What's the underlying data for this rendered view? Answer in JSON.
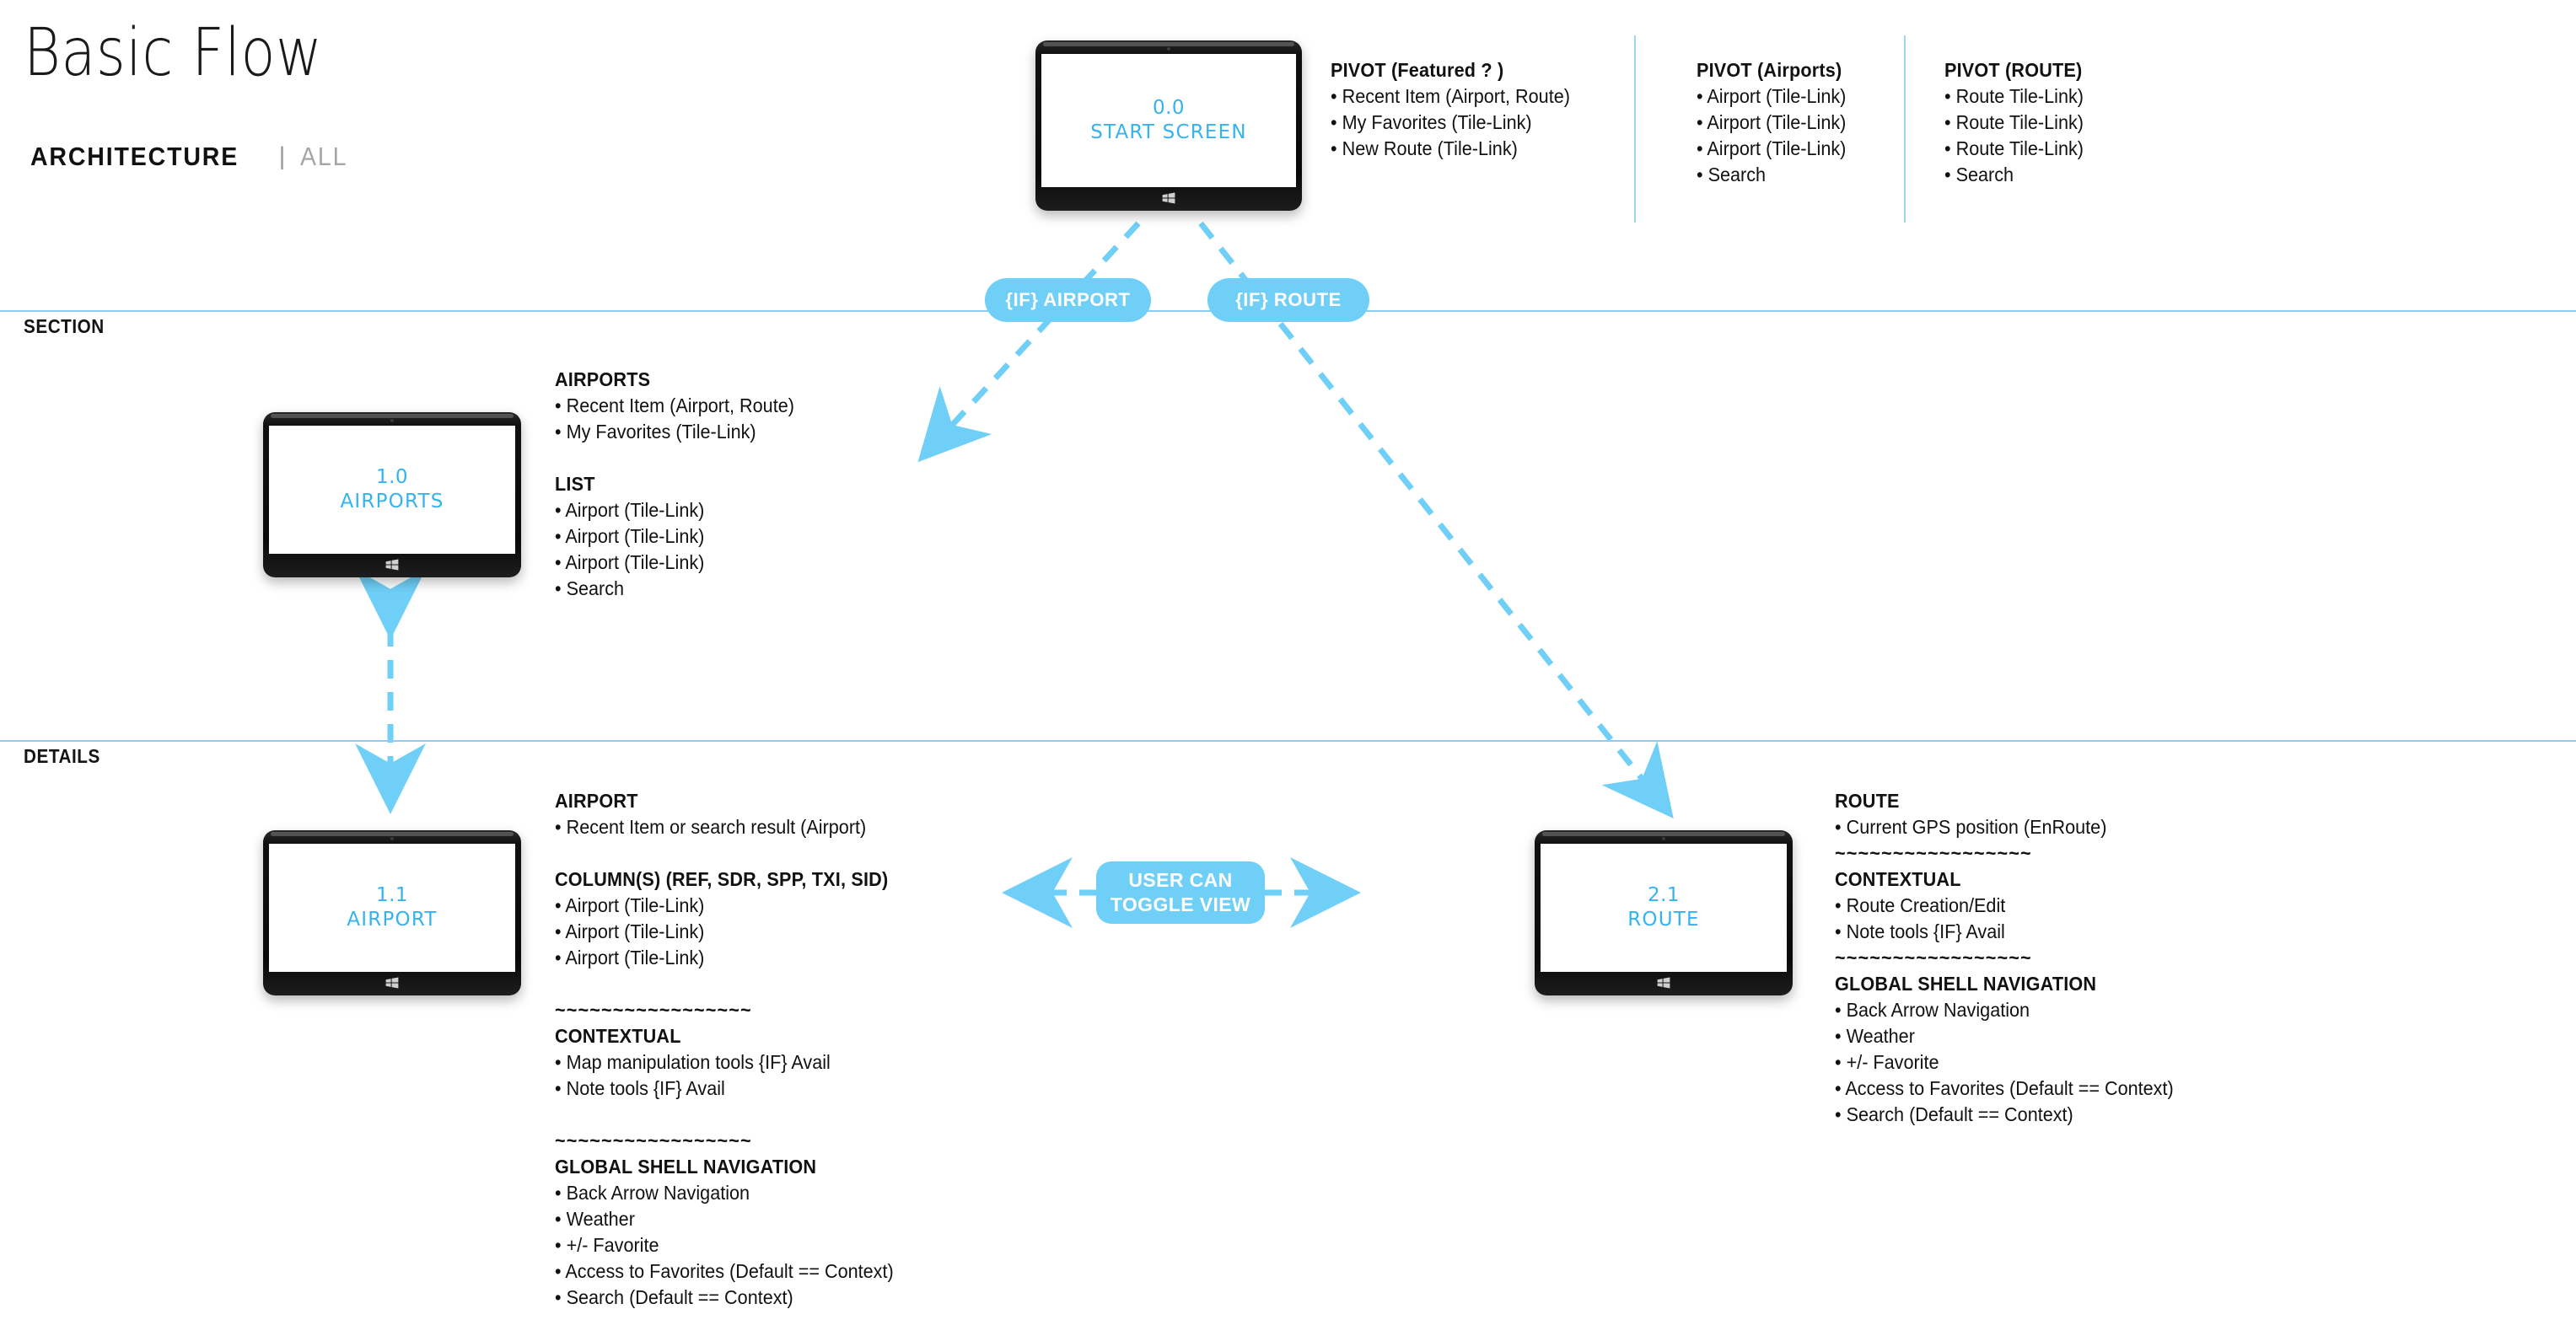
{
  "header": {
    "title": "Basic Flow",
    "subtitle_main": "ARCHITECTURE",
    "subtitle_separator": "|",
    "subtitle_alt": "ALL"
  },
  "bands": [
    {
      "label": "SECTION"
    },
    {
      "label": "DETAILS"
    }
  ],
  "colors": {
    "accent_blue": "#6fcff6",
    "screen_label_blue": "#34b3ef",
    "divider_blue": "#8ecdf2",
    "separator_blue": "#9ed4f4",
    "text_black": "#111111",
    "muted_grey": "#a6a6a6",
    "device_bezel": "#0b0b0b"
  },
  "devices": {
    "start": {
      "number": "0.0",
      "name": "START SCREEN"
    },
    "airports": {
      "number": "1.0",
      "name": "AIRPORTS"
    },
    "airport": {
      "number": "1.1",
      "name": "AIRPORT"
    },
    "route": {
      "number": "2.1",
      "name": "ROUTE"
    }
  },
  "pivots": [
    {
      "heading": "PIVOT (Featured ? )",
      "items": [
        "• Recent Item (Airport, Route)",
        "• My Favorites (Tile-Link)",
        "• New Route (Tile-Link)"
      ]
    },
    {
      "heading": "PIVOT (Airports)",
      "items": [
        "• Airport (Tile-Link)",
        "• Airport (Tile-Link)",
        "• Airport (Tile-Link)",
        "• Search"
      ]
    },
    {
      "heading": "PIVOT (ROUTE)",
      "items": [
        "• Route Tile-Link)",
        "• Route Tile-Link)",
        "• Route Tile-Link)",
        "• Search"
      ]
    }
  ],
  "connectors": {
    "if_airport": "{IF} AIRPORT",
    "if_route": "{IF} ROUTE",
    "toggle_line1": "USER CAN",
    "toggle_line2": "TOGGLE VIEW"
  },
  "airports_block": {
    "heading1": "AIRPORTS",
    "items1": [
      "• Recent Item (Airport, Route)",
      "• My Favorites (Tile-Link)"
    ],
    "heading2": "LIST",
    "items2": [
      "• Airport (Tile-Link)",
      "• Airport (Tile-Link)",
      "• Airport (Tile-Link)",
      "• Search"
    ]
  },
  "airport_block": {
    "heading1": "AIRPORT",
    "items1": [
      "• Recent Item or search result (Airport)"
    ],
    "heading2": "COLUMN(S) (REF, SDR, SPP, TXI, SID)",
    "items2": [
      "• Airport (Tile-Link)",
      "• Airport (Tile-Link)",
      "• Airport (Tile-Link)"
    ],
    "separator1": "~~~~~~~~~~~~~~~~~",
    "heading3": "CONTEXTUAL",
    "items3": [
      "• Map manipulation tools {IF} Avail",
      "• Note tools {IF} Avail"
    ],
    "separator2": "~~~~~~~~~~~~~~~~~",
    "heading4": "GLOBAL SHELL NAVIGATION",
    "items4": [
      "• Back Arrow Navigation",
      "• Weather",
      "• +/- Favorite",
      "• Access to Favorites (Default == Context)",
      "• Search (Default == Context)"
    ]
  },
  "route_block": {
    "heading1": "ROUTE",
    "items1": [
      "• Current GPS position (EnRoute)"
    ],
    "separator1": "~~~~~~~~~~~~~~~~~",
    "heading2": "CONTEXTUAL",
    "items2": [
      "• Route Creation/Edit",
      "• Note tools {IF} Avail"
    ],
    "separator2": "~~~~~~~~~~~~~~~~~",
    "heading3": "GLOBAL SHELL NAVIGATION",
    "items3": [
      "• Back Arrow Navigation",
      "• Weather",
      "• +/- Favorite",
      "• Access to Favorites (Default == Context)",
      "• Search (Default == Context)"
    ]
  }
}
